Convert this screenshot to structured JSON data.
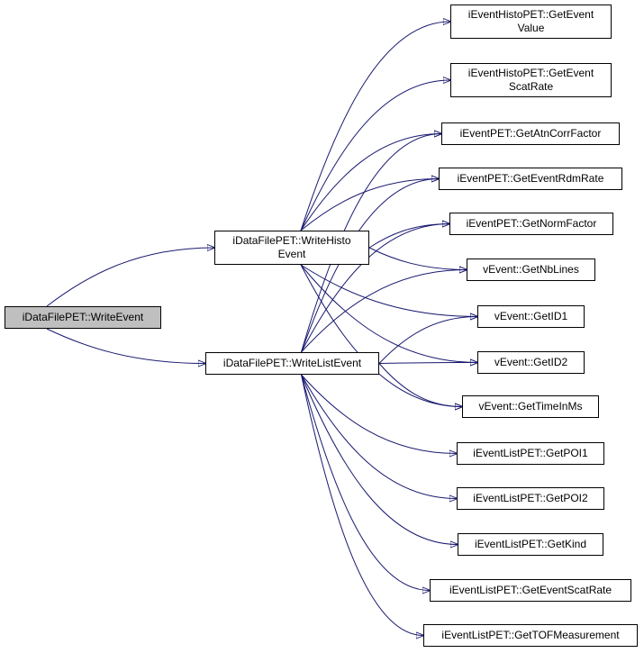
{
  "nodes": [
    {
      "id": "write_event",
      "label": "iDataFilePET::WriteEvent",
      "highlight": true
    },
    {
      "id": "write_histo_event",
      "label": "iDataFilePET::WriteHisto\nEvent"
    },
    {
      "id": "write_list_event",
      "label": "iDataFilePET::WriteListEvent"
    },
    {
      "id": "histo_get_event_value",
      "label": "iEventHistoPET::GetEvent\nValue"
    },
    {
      "id": "histo_get_event_scat_rate",
      "label": "iEventHistoPET::GetEvent\nScatRate"
    },
    {
      "id": "get_atn_corr_factor",
      "label": "iEventPET::GetAtnCorrFactor"
    },
    {
      "id": "get_event_rdm_rate",
      "label": "iEventPET::GetEventRdmRate"
    },
    {
      "id": "get_norm_factor",
      "label": "iEventPET::GetNormFactor"
    },
    {
      "id": "get_nb_lines",
      "label": "vEvent::GetNbLines"
    },
    {
      "id": "get_id1",
      "label": "vEvent::GetID1"
    },
    {
      "id": "get_id2",
      "label": "vEvent::GetID2"
    },
    {
      "id": "get_time_in_ms",
      "label": "vEvent::GetTimeInMs"
    },
    {
      "id": "list_get_poi1",
      "label": "iEventListPET::GetPOI1"
    },
    {
      "id": "list_get_poi2",
      "label": "iEventListPET::GetPOI2"
    },
    {
      "id": "list_get_kind",
      "label": "iEventListPET::GetKind"
    },
    {
      "id": "list_get_event_scat_rate",
      "label": "iEventListPET::GetEventScatRate"
    },
    {
      "id": "list_get_tof_measurement",
      "label": "iEventListPET::GetTOFMeasurement"
    }
  ],
  "edges": [
    {
      "from": "write_event",
      "to": "write_histo_event"
    },
    {
      "from": "write_event",
      "to": "write_list_event"
    },
    {
      "from": "write_histo_event",
      "to": "histo_get_event_value"
    },
    {
      "from": "write_histo_event",
      "to": "histo_get_event_scat_rate"
    },
    {
      "from": "write_histo_event",
      "to": "get_atn_corr_factor"
    },
    {
      "from": "write_histo_event",
      "to": "get_event_rdm_rate"
    },
    {
      "from": "write_histo_event",
      "to": "get_norm_factor"
    },
    {
      "from": "write_histo_event",
      "to": "get_nb_lines"
    },
    {
      "from": "write_histo_event",
      "to": "get_id1"
    },
    {
      "from": "write_histo_event",
      "to": "get_id2"
    },
    {
      "from": "write_histo_event",
      "to": "get_time_in_ms"
    },
    {
      "from": "write_list_event",
      "to": "get_atn_corr_factor"
    },
    {
      "from": "write_list_event",
      "to": "get_event_rdm_rate"
    },
    {
      "from": "write_list_event",
      "to": "get_norm_factor"
    },
    {
      "from": "write_list_event",
      "to": "get_nb_lines"
    },
    {
      "from": "write_list_event",
      "to": "get_id1"
    },
    {
      "from": "write_list_event",
      "to": "get_id2"
    },
    {
      "from": "write_list_event",
      "to": "get_time_in_ms"
    },
    {
      "from": "write_list_event",
      "to": "list_get_poi1"
    },
    {
      "from": "write_list_event",
      "to": "list_get_poi2"
    },
    {
      "from": "write_list_event",
      "to": "list_get_kind"
    },
    {
      "from": "write_list_event",
      "to": "list_get_event_scat_rate"
    },
    {
      "from": "write_list_event",
      "to": "list_get_tof_measurement"
    }
  ],
  "colors": {
    "edge": "#191970",
    "node_border": "#000000",
    "node_fill": "#ffffff",
    "highlight_fill": "#bfbfbf"
  }
}
